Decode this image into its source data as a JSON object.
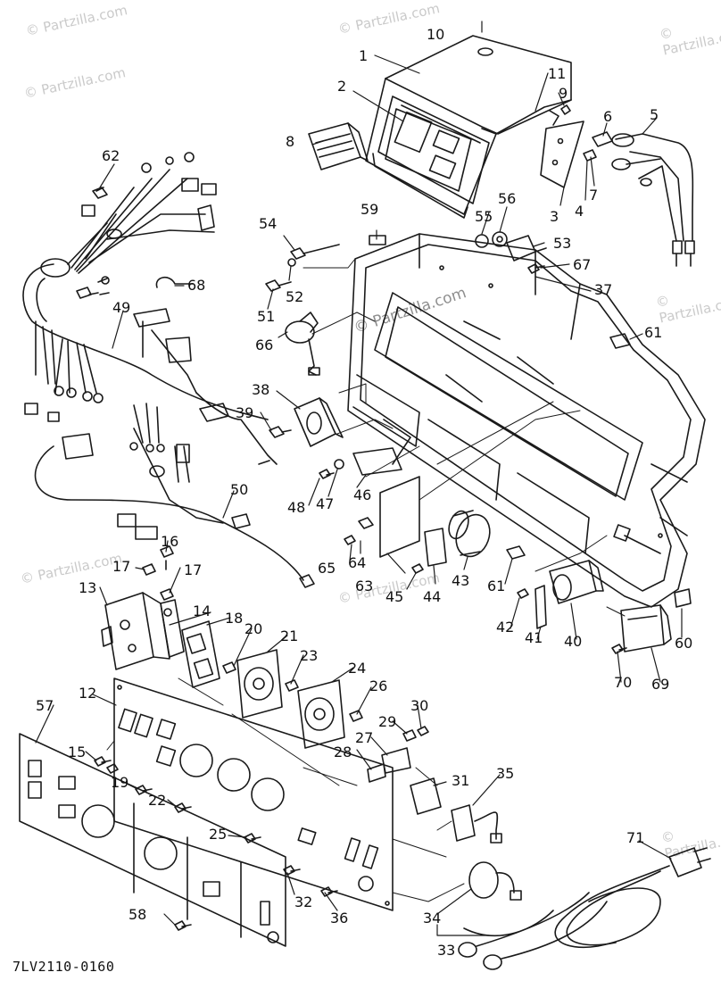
{
  "watermarks": [
    "© Partzilla.com",
    "© Partzilla.com",
    "© Partzilla.com",
    "© Partzilla.com",
    "© Partzilla.com",
    "© Partzilla.com",
    "© Partzilla.com",
    "© Partzilla.com",
    "© Partzilla.com"
  ],
  "diagram_code": "7LV2110-0160",
  "callouts": [
    "10",
    "1",
    "11",
    "9",
    "2",
    "6",
    "5",
    "8",
    "3",
    "4",
    "7",
    "59",
    "55",
    "56",
    "53",
    "62",
    "54",
    "67",
    "52",
    "37",
    "68",
    "51",
    "49",
    "66",
    "61",
    "38",
    "39",
    "46",
    "47",
    "48",
    "50",
    "63",
    "64",
    "65",
    "43",
    "44",
    "45",
    "16",
    "17",
    "17",
    "61",
    "42",
    "41",
    "40",
    "60",
    "13",
    "14",
    "18",
    "20",
    "21",
    "23",
    "24",
    "70",
    "69",
    "57",
    "12",
    "26",
    "30",
    "29",
    "28",
    "27",
    "15",
    "31",
    "35",
    "19",
    "22",
    "25",
    "71",
    "32",
    "36",
    "34",
    "33",
    "58"
  ],
  "colors": {
    "ink": "#1a1a1a",
    "background": "#ffffff",
    "watermark": "#b9b9b9"
  }
}
